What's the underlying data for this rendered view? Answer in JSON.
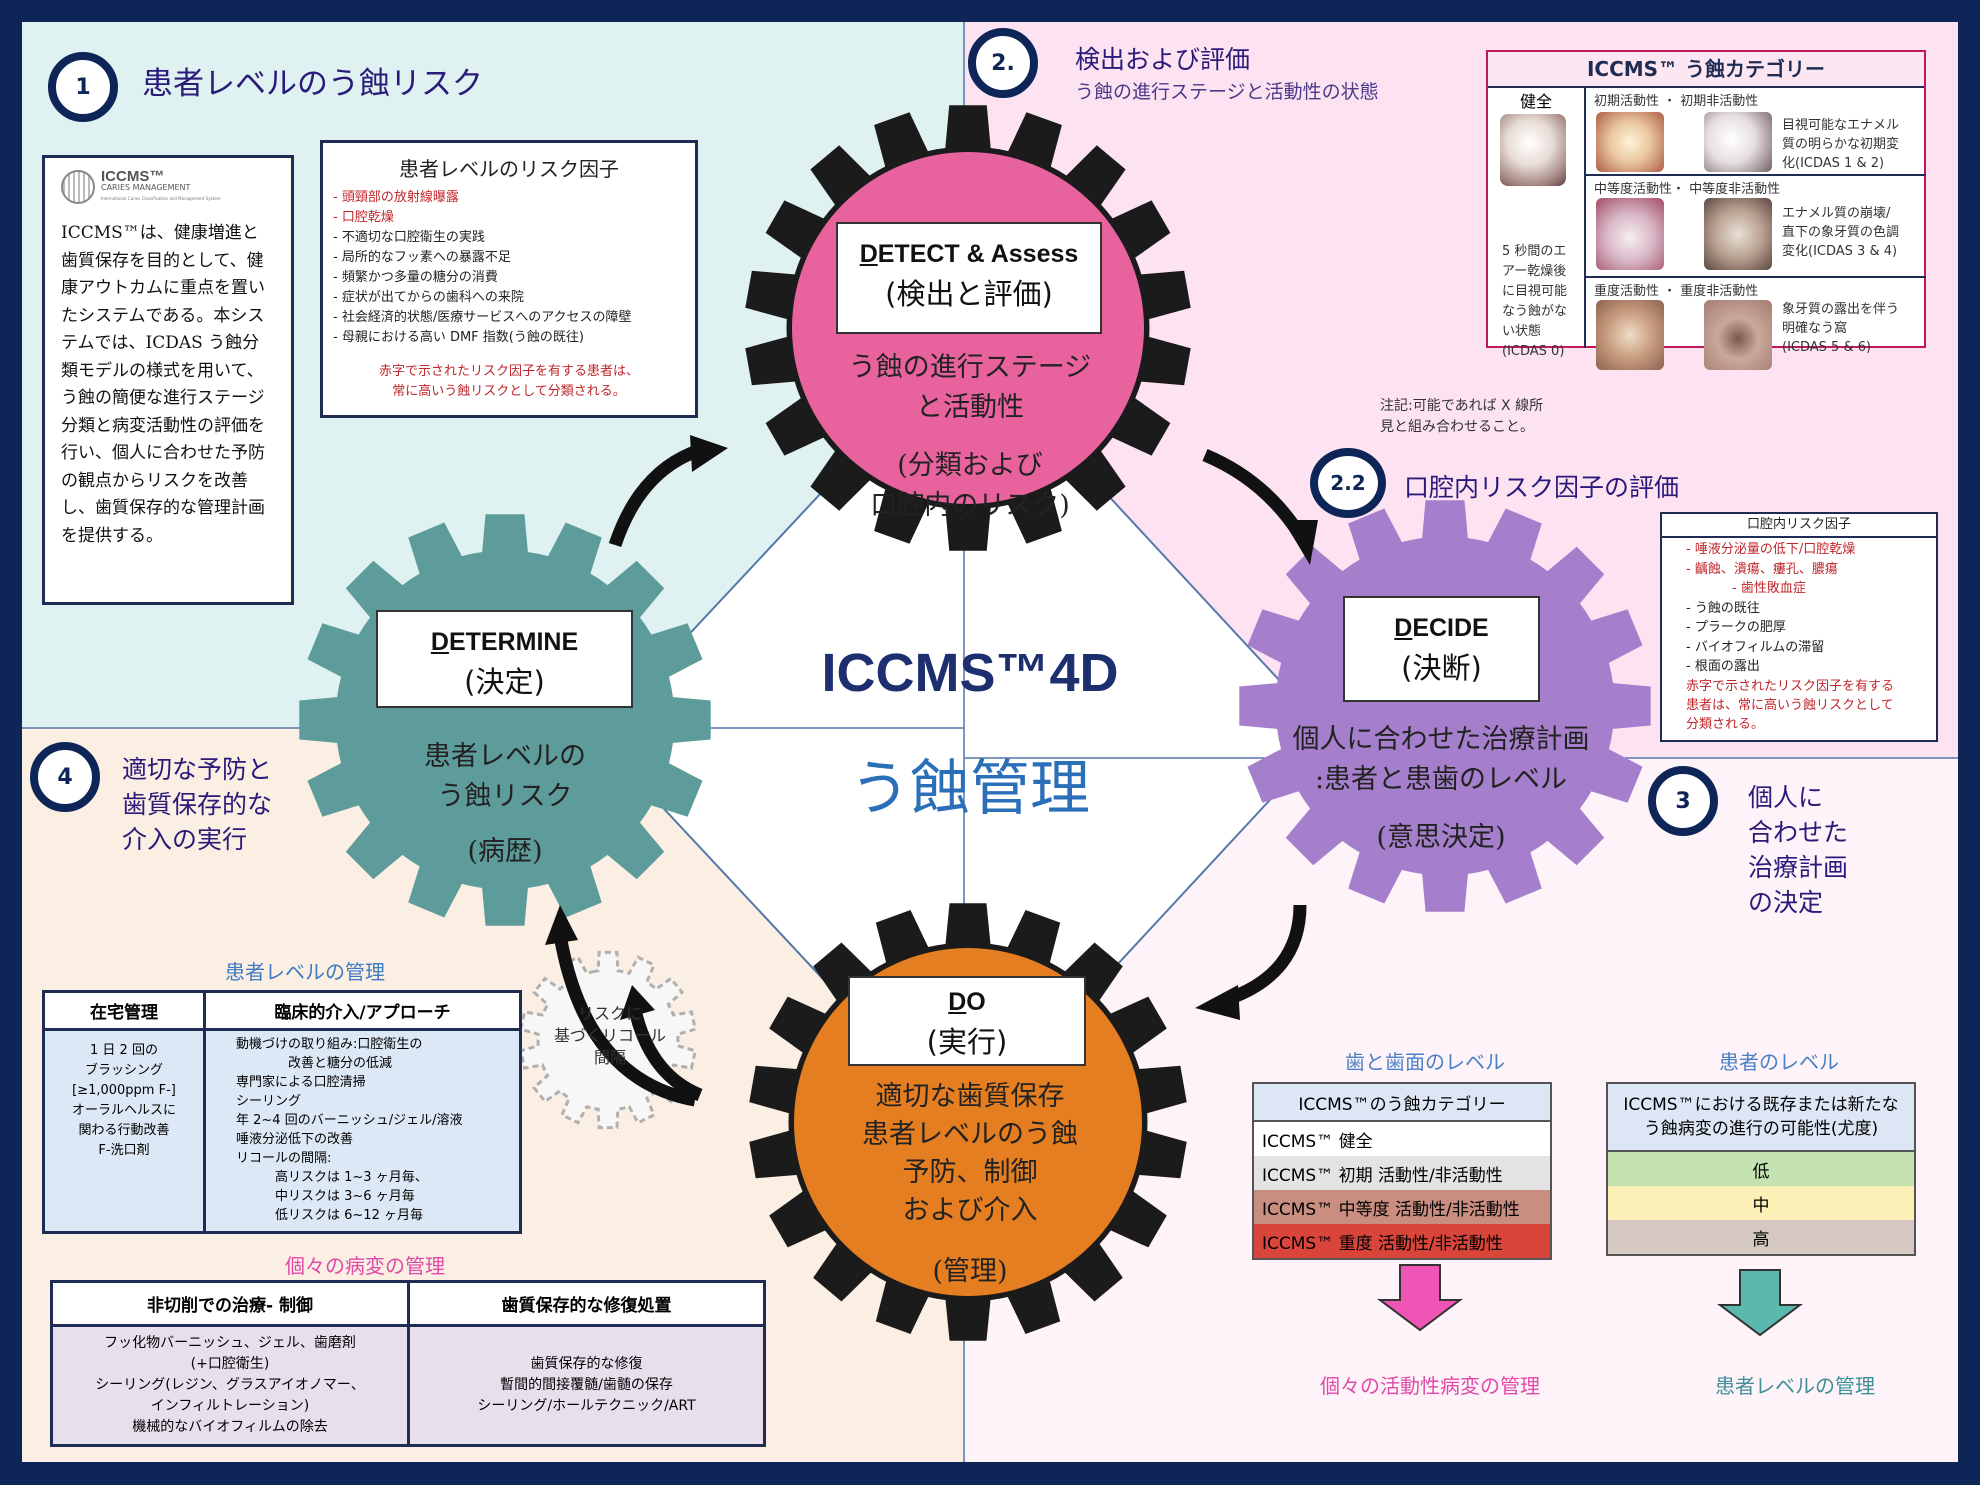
{
  "colors": {
    "frame": "#0d2557",
    "q1": "#dff2f1",
    "q2": "#fde3f2",
    "q3": "#fdf3f8",
    "q4": "#fbeee3",
    "detect": "#e8639e",
    "determine": "#5d9c9b",
    "decide": "#a57fcb",
    "do": "#e57e21"
  },
  "center": {
    "title": "ICCMS™4D",
    "subtitle": "う蝕管理"
  },
  "q1": {
    "num": "1",
    "title": "患者レベルのう蝕リスク",
    "logo_top": "ICCMS™",
    "logo_mid": "CARIES MANAGEMENT",
    "logo_small": "International Caries Classification and Management System",
    "desc": "ICCMS™は、健康増進と歯質保存を目的として、健康アウトカムに重点を置いたシステムである。本システムでは、ICDAS う蝕分類モデルの様式を用いて、う蝕の簡便な進行ステージ分類と病変活動性の評価を行い、個人に合わせた予防の観点からリスクを改善し、歯質保存的な管理計画を提供する。",
    "risk": {
      "title": "患者レベルのリスク因子",
      "items": [
        {
          "t": "- 頭頸部の放射線曝露",
          "red": true
        },
        {
          "t": "- 口腔乾燥",
          "red": true
        },
        {
          "t": "- 不適切な口腔衛生の実践"
        },
        {
          "t": "- 局所的なフッ素への暴露不足"
        },
        {
          "t": "- 頻繁かつ多量の糖分の消費"
        },
        {
          "t": "- 症状が出てからの歯科への来院"
        },
        {
          "t": "- 社会経済的状態/医療サービスへのアクセスの障壁"
        },
        {
          "t": "- 母親における高い DMF 指数(う蝕の既往)"
        }
      ],
      "note1": "赤字で示されたリスク因子を有する患者は、",
      "note2": "常に高いう蝕リスクとして分類される。"
    }
  },
  "q2": {
    "num": "2.",
    "title": "検出および評価",
    "sub": "う蝕の進行ステージと活動性の状態",
    "cat": {
      "title": "ICCMS™ う蝕カテゴリー",
      "healthy": "健全",
      "healthy_desc": [
        "5 秒間のエ",
        "アー乾燥後",
        "に目視可能",
        "なう蝕がな",
        "い状態",
        "(ICDAS 0)"
      ],
      "init_label": "初期活動性 ・ 初期非活動性",
      "init_desc": [
        "目視可能なエナメル",
        "質の明らかな初期変",
        "化(ICDAS 1 & 2)"
      ],
      "mod_label": "中等度活動性・ 中等度非活動性",
      "mod_desc": [
        "エナメル質の崩壊/",
        "直下の象牙質の色調",
        "変化(ICDAS 3 & 4)"
      ],
      "sev_label": "重度活動性 ・ 重度非活動性",
      "sev_desc": [
        "象牙質の露出を伴う",
        "明確なう窩",
        "(ICDAS 5 & 6)"
      ]
    },
    "note": [
      "注記:可能であれば X 線所",
      "見と組み合わせること。"
    ]
  },
  "q22": {
    "num": "2.2",
    "title": "口腔内リスク因子の評価",
    "box": {
      "title": "口腔内リスク因子",
      "items": [
        {
          "t": "- 唾液分泌量の低下/口腔乾燥",
          "red": true
        },
        {
          "t": "- 齲蝕、潰瘍、瘻孔、膿瘍",
          "red": true
        },
        {
          "t": "- 歯性敗血症",
          "red": true,
          "indent": true
        },
        {
          "t": "- う蝕の既往"
        },
        {
          "t": "- プラークの肥厚"
        },
        {
          "t": "- バイオフィルムの滞留"
        },
        {
          "t": "- 根面の露出"
        }
      ],
      "note": [
        "赤字で示されたリスク因子を有する",
        "患者は、常に高いう蝕リスクとして",
        "分類される。"
      ]
    }
  },
  "q3": {
    "num": "3",
    "title": [
      "個人に",
      "合わせた",
      "治療計画",
      "の決定"
    ],
    "tooth_head": "歯と歯面のレベル",
    "patient_head": "患者のレベル",
    "tooth_table": {
      "header": "ICCMS™のう蝕カテゴリー",
      "rows": [
        "ICCMS™ 健全",
        "ICCMS™ 初期 活動性/非活動性",
        "ICCMS™ 中等度 活動性/非活動性",
        "ICCMS™ 重度 活動性/非活動性"
      ]
    },
    "patient_table": {
      "header": [
        "ICCMS™における既存または新たな",
        "う蝕病変の進行の可能性(尤度)"
      ],
      "rows": [
        "低",
        "中",
        "高"
      ]
    },
    "bottom_left": "個々の活動性病変の管理",
    "bottom_right": "患者レベルの管理"
  },
  "q4": {
    "num": "4",
    "title": [
      "適切な予防と",
      "歯質保存的な",
      "介入の実行"
    ],
    "patient_mgmt": "患者レベルの管理",
    "home_head": "在宅管理",
    "clinical_head": "臨床的介入/アプローチ",
    "home": [
      "1 日 2 回の",
      "ブラッシング",
      "[≥1,000ppm F-]",
      "オーラルヘルスに",
      "関わる行動改善",
      "F-洗口剤"
    ],
    "clinical": [
      "動機づけの取り組み:口腔衛生の",
      "　　　　改善と糖分の低減",
      "専門家による口腔清掃",
      "シーリング",
      "年 2~4 回のバーニッシュ/ジェル/溶液",
      "唾液分泌低下の改善",
      "リコールの間隔:",
      "　　　高リスクは 1~3 ヶ月毎、",
      "　　　中リスクは 3~6 ヶ月毎",
      "　　　低リスクは 6~12 ヶ月毎"
    ],
    "lesion_mgmt": "個々の病変の管理",
    "noncut_head": "非切削での治療- 制御",
    "restore_head": "歯質保存的な修復処置",
    "noncut": [
      "フッ化物バーニッシュ、ジェル、歯磨剤",
      "(+口腔衛生)",
      "シーリング(レジン、グラスアイオノマー、",
      "インフィルトレーション)",
      "機械的なバイオフィルムの除去"
    ],
    "restore": [
      "歯質保存的な修復",
      "暫間的間接覆髄/歯髄の保存",
      "シーリング/ホールテクニック/ART"
    ]
  },
  "recall": [
    "リスクに",
    "基づくリコール",
    "間隔"
  ],
  "gears": {
    "detect": {
      "en_first": "D",
      "en_rest": "ETECT & Assess",
      "jp": "(検出と評価)",
      "text": [
        "う蝕の進行ステージ",
        "と活動性"
      ],
      "sub": [
        "(分類および",
        "口腔内のリスク)"
      ]
    },
    "determine": {
      "en_first": "D",
      "en_rest": "ETERMINE",
      "jp": "(決定)",
      "text": [
        "患者レベルの",
        "う蝕リスク"
      ],
      "sub": [
        "(病歴)"
      ]
    },
    "decide": {
      "en_first": "D",
      "en_rest": "ECIDE",
      "jp": "(決断)",
      "text": [
        "個人に合わせた治療計画",
        ":患者と患歯のレベル"
      ],
      "sub": [
        "(意思決定)"
      ]
    },
    "do": {
      "en_first": "D",
      "en_rest": "O",
      "jp": "(実行)",
      "text": [
        "適切な歯質保存",
        "患者レベルのう蝕",
        "予防、制御",
        "および介入"
      ],
      "sub": [
        "(管理)"
      ]
    }
  }
}
